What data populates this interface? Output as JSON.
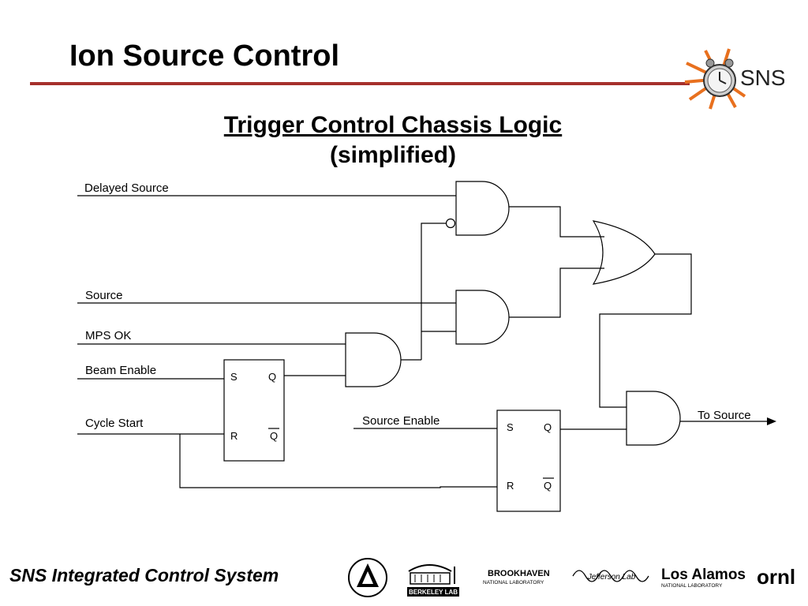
{
  "header": {
    "title": "Ion Source Control",
    "logo_text": "SNS"
  },
  "diagram": {
    "title": "Trigger Control Chassis Logic",
    "subtitle": "(simplified)",
    "inputs": {
      "delayed_source": "Delayed Source",
      "source": "Source",
      "mps_ok": "MPS OK",
      "beam_enable": "Beam Enable",
      "cycle_start": "Cycle Start",
      "source_enable": "Source Enable"
    },
    "output": "To Source",
    "flipflop": {
      "s": "S",
      "r": "R",
      "q": "Q",
      "qbar": "Q"
    }
  },
  "footer": {
    "text": "SNS Integrated Control System",
    "logos": {
      "berkeley": "BERKELEY LAB",
      "brookhaven": "BROOKHAVEN",
      "brookhaven_sub": "NATIONAL LABORATORY",
      "jlab": "Jefferson Lab",
      "lanl": "Los Alamos",
      "lanl_sub": "NATIONAL LABORATORY",
      "ornl": "ornl"
    }
  }
}
